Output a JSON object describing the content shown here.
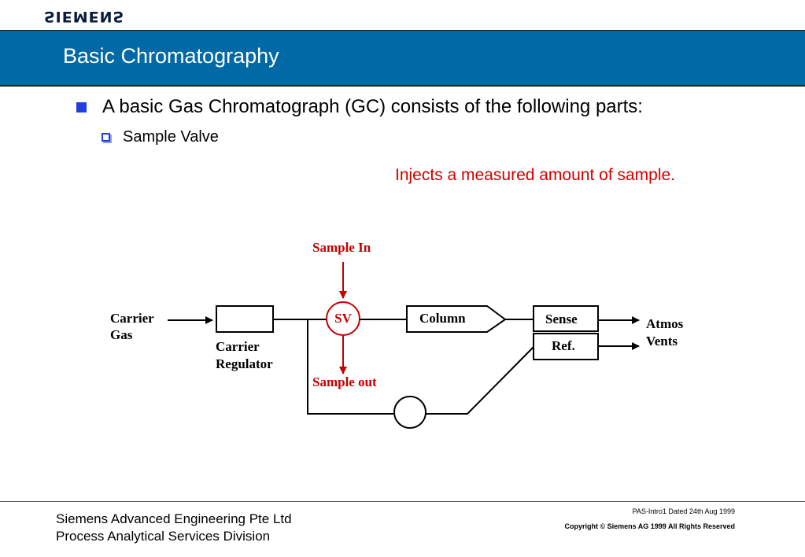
{
  "header": {
    "logo": "SIEMENS",
    "title": "Basic Chromatography"
  },
  "content": {
    "bullet1": "A basic Gas Chromatograph (GC) consists of the following parts:",
    "bullet2": "Sample Valve",
    "note": "Injects a measured amount of sample."
  },
  "diagram": {
    "carrier_gas_line1": "Carrier",
    "carrier_gas_line2": "Gas",
    "regulator_line1": "Carrier",
    "regulator_line2": "Regulator",
    "sample_in": "Sample In",
    "sample_out": "Sample out",
    "sv": "SV",
    "column": "Column",
    "sense": "Sense",
    "ref": "Ref.",
    "atmos_line1": "Atmos",
    "atmos_line2": "Vents",
    "colors": {
      "highlight": "#c40000",
      "line": "#000000"
    }
  },
  "footer": {
    "company_line1": "Siemens Advanced Engineering Pte Ltd",
    "company_line2": "Process Analytical Services Division",
    "meta": "PAS-Intro1   Dated 24th Aug 1999",
    "copyright": "Copyright ©  Siemens AG 1999 All Rights Reserved"
  }
}
